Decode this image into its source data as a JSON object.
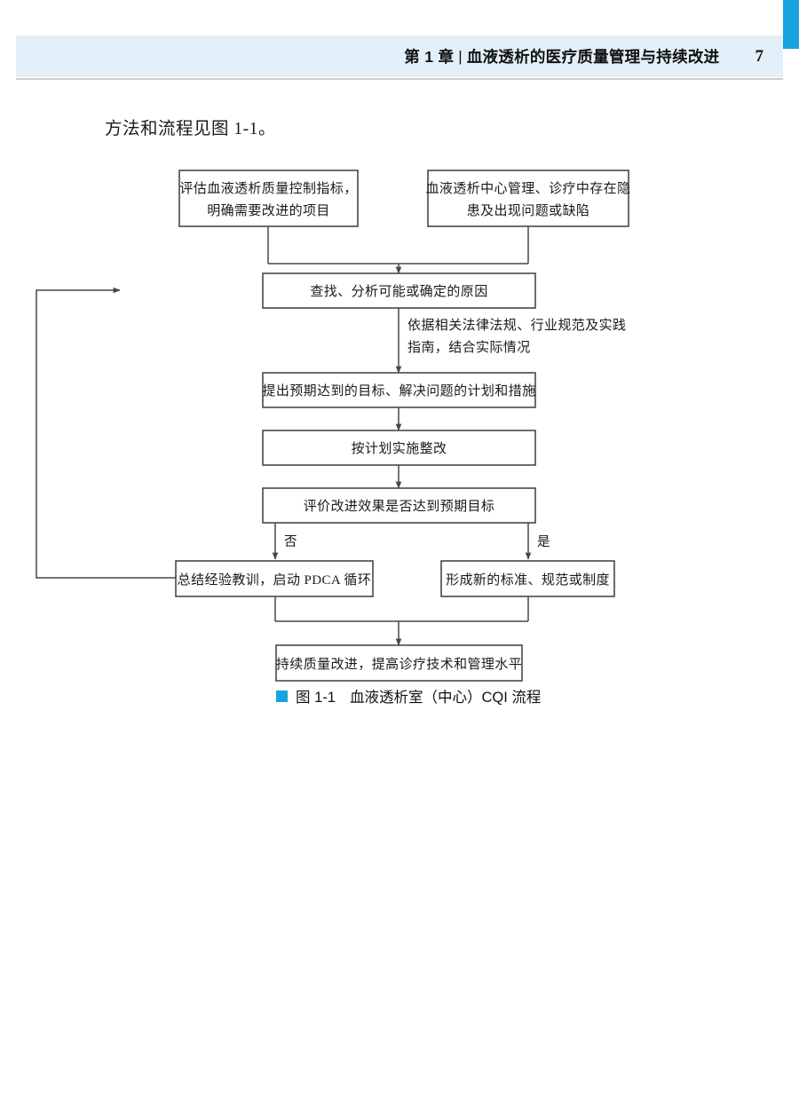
{
  "header": {
    "chapter": "第 1 章",
    "separator": "|",
    "title": "血液透析的医疗质量管理与持续改进",
    "page_number": "7",
    "accent_color": "#17a3dd",
    "band_color": "#e4f0f9"
  },
  "body": {
    "paragraph": "方法和流程见图 1-1。"
  },
  "figure": {
    "nodes": {
      "top_left": {
        "line1": "评估血液透析质量控制指标，",
        "line2": "明确需要改进的项目"
      },
      "top_right": {
        "line1": "血液透析中心管理、诊疗中存在隐",
        "line2": "患及出现问题或缺陷"
      },
      "analyze": "查找、分析可能或确定的原因",
      "plan": "提出预期达到的目标、解决问题的计划和措施",
      "implement": "按计划实施整改",
      "evaluate": "评价改进效果是否达到预期目标",
      "no_branch": "总结经验教训，启动 PDCA 循环",
      "yes_branch": "形成新的标准、规范或制度",
      "outcome": "持续质量改进，提高诊疗技术和管理水平"
    },
    "annotations": {
      "basis_line1": "依据相关法律法规、行业规范及实践",
      "basis_line2": "指南，结合实际情况",
      "branch_no": "否",
      "branch_yes": "是"
    },
    "caption": {
      "bullet_color": "#17a3dd",
      "label": "图 1-1",
      "title": "血液透析室（中心）CQI 流程"
    }
  }
}
